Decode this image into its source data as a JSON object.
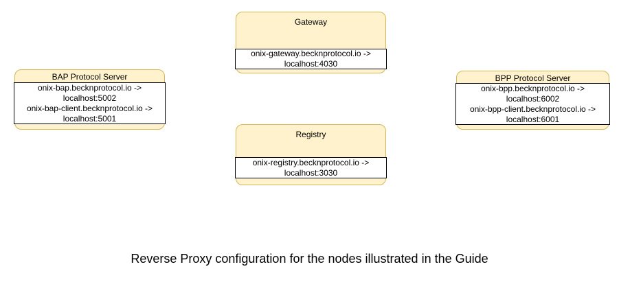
{
  "diagram": {
    "caption": "Reverse Proxy configuration for the nodes illustrated in the Guide",
    "colors": {
      "node_fill": "#FFF2CC",
      "node_border": "#D6B656",
      "mapping_fill": "#FFFFFF",
      "mapping_border": "#000000",
      "text": "#000000",
      "background": "#FFFFFF"
    },
    "nodes": [
      {
        "id": "gateway",
        "title": "Gateway",
        "mappings": [
          "onix-gateway.becknprotocol.io ->",
          "localhost:4030"
        ]
      },
      {
        "id": "bap-protocol-server",
        "title": "BAP Protocol Server",
        "mappings": [
          "onix-bap.becknprotocol.io ->",
          "localhost:5002",
          "onix-bap-client.becknprotocol.io ->",
          "localhost:5001"
        ]
      },
      {
        "id": "bpp-protocol-server",
        "title": "BPP Protocol Server",
        "mappings": [
          "onix-bpp.becknprotocol.io ->",
          "localhost:6002",
          "onix-bpp-client.becknprotocol.io ->",
          "localhost:6001"
        ]
      },
      {
        "id": "registry",
        "title": "Registry",
        "mappings": [
          "onix-registry.becknprotocol.io ->",
          "localhost:3030"
        ]
      }
    ]
  }
}
